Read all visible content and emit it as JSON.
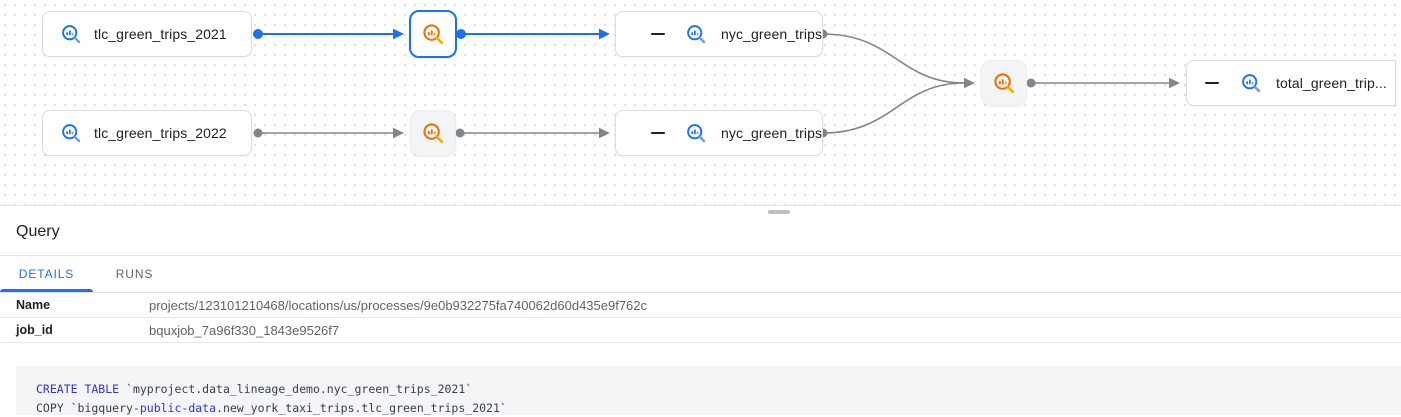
{
  "graph": {
    "nodes": {
      "table1": {
        "label": "tlc_green_trips_2021",
        "type": "bigquery-table"
      },
      "table2": {
        "label": "tlc_green_trips_2022",
        "type": "bigquery-table"
      },
      "nyc1": {
        "label": "nyc_green_trips...",
        "type": "bigquery-table",
        "collapse_icon": "minus"
      },
      "nyc2": {
        "label": "nyc_green_trips...",
        "type": "bigquery-table",
        "collapse_icon": "minus"
      },
      "total": {
        "label": "total_green_trip...",
        "type": "bigquery-table",
        "collapse_icon": "minus"
      }
    },
    "icon_colors": {
      "blue": {
        "main": "#1a73e8",
        "light": "#669df6"
      },
      "orange": {
        "main": "#e8710a",
        "light": "#f9ab00"
      }
    },
    "edge_colors": {
      "selected": "#1a73e8",
      "default": "#80868b"
    }
  },
  "panel": {
    "title": "Query",
    "tabs": {
      "details": "DETAILS",
      "runs": "RUNS"
    },
    "details": [
      {
        "label": "Name",
        "value": "projects/123101210468/locations/us/processes/9e0b932275fa740062d60d435e9f762c"
      },
      {
        "label": "job_id",
        "value": "bquxjob_7a96f330_1843e9526f7"
      }
    ],
    "code": {
      "lines": [
        [
          {
            "t": "CREATE TABLE",
            "kw": true
          },
          {
            "t": " `myproject.data_lineage_demo.nyc_green_trips_2021`"
          }
        ],
        [
          {
            "t": "COPY `bigquery"
          },
          {
            "t": "-public-data",
            "kw": true
          },
          {
            "t": ".new_york_taxi_trips.tlc_green_trips_2021`"
          }
        ]
      ]
    }
  }
}
